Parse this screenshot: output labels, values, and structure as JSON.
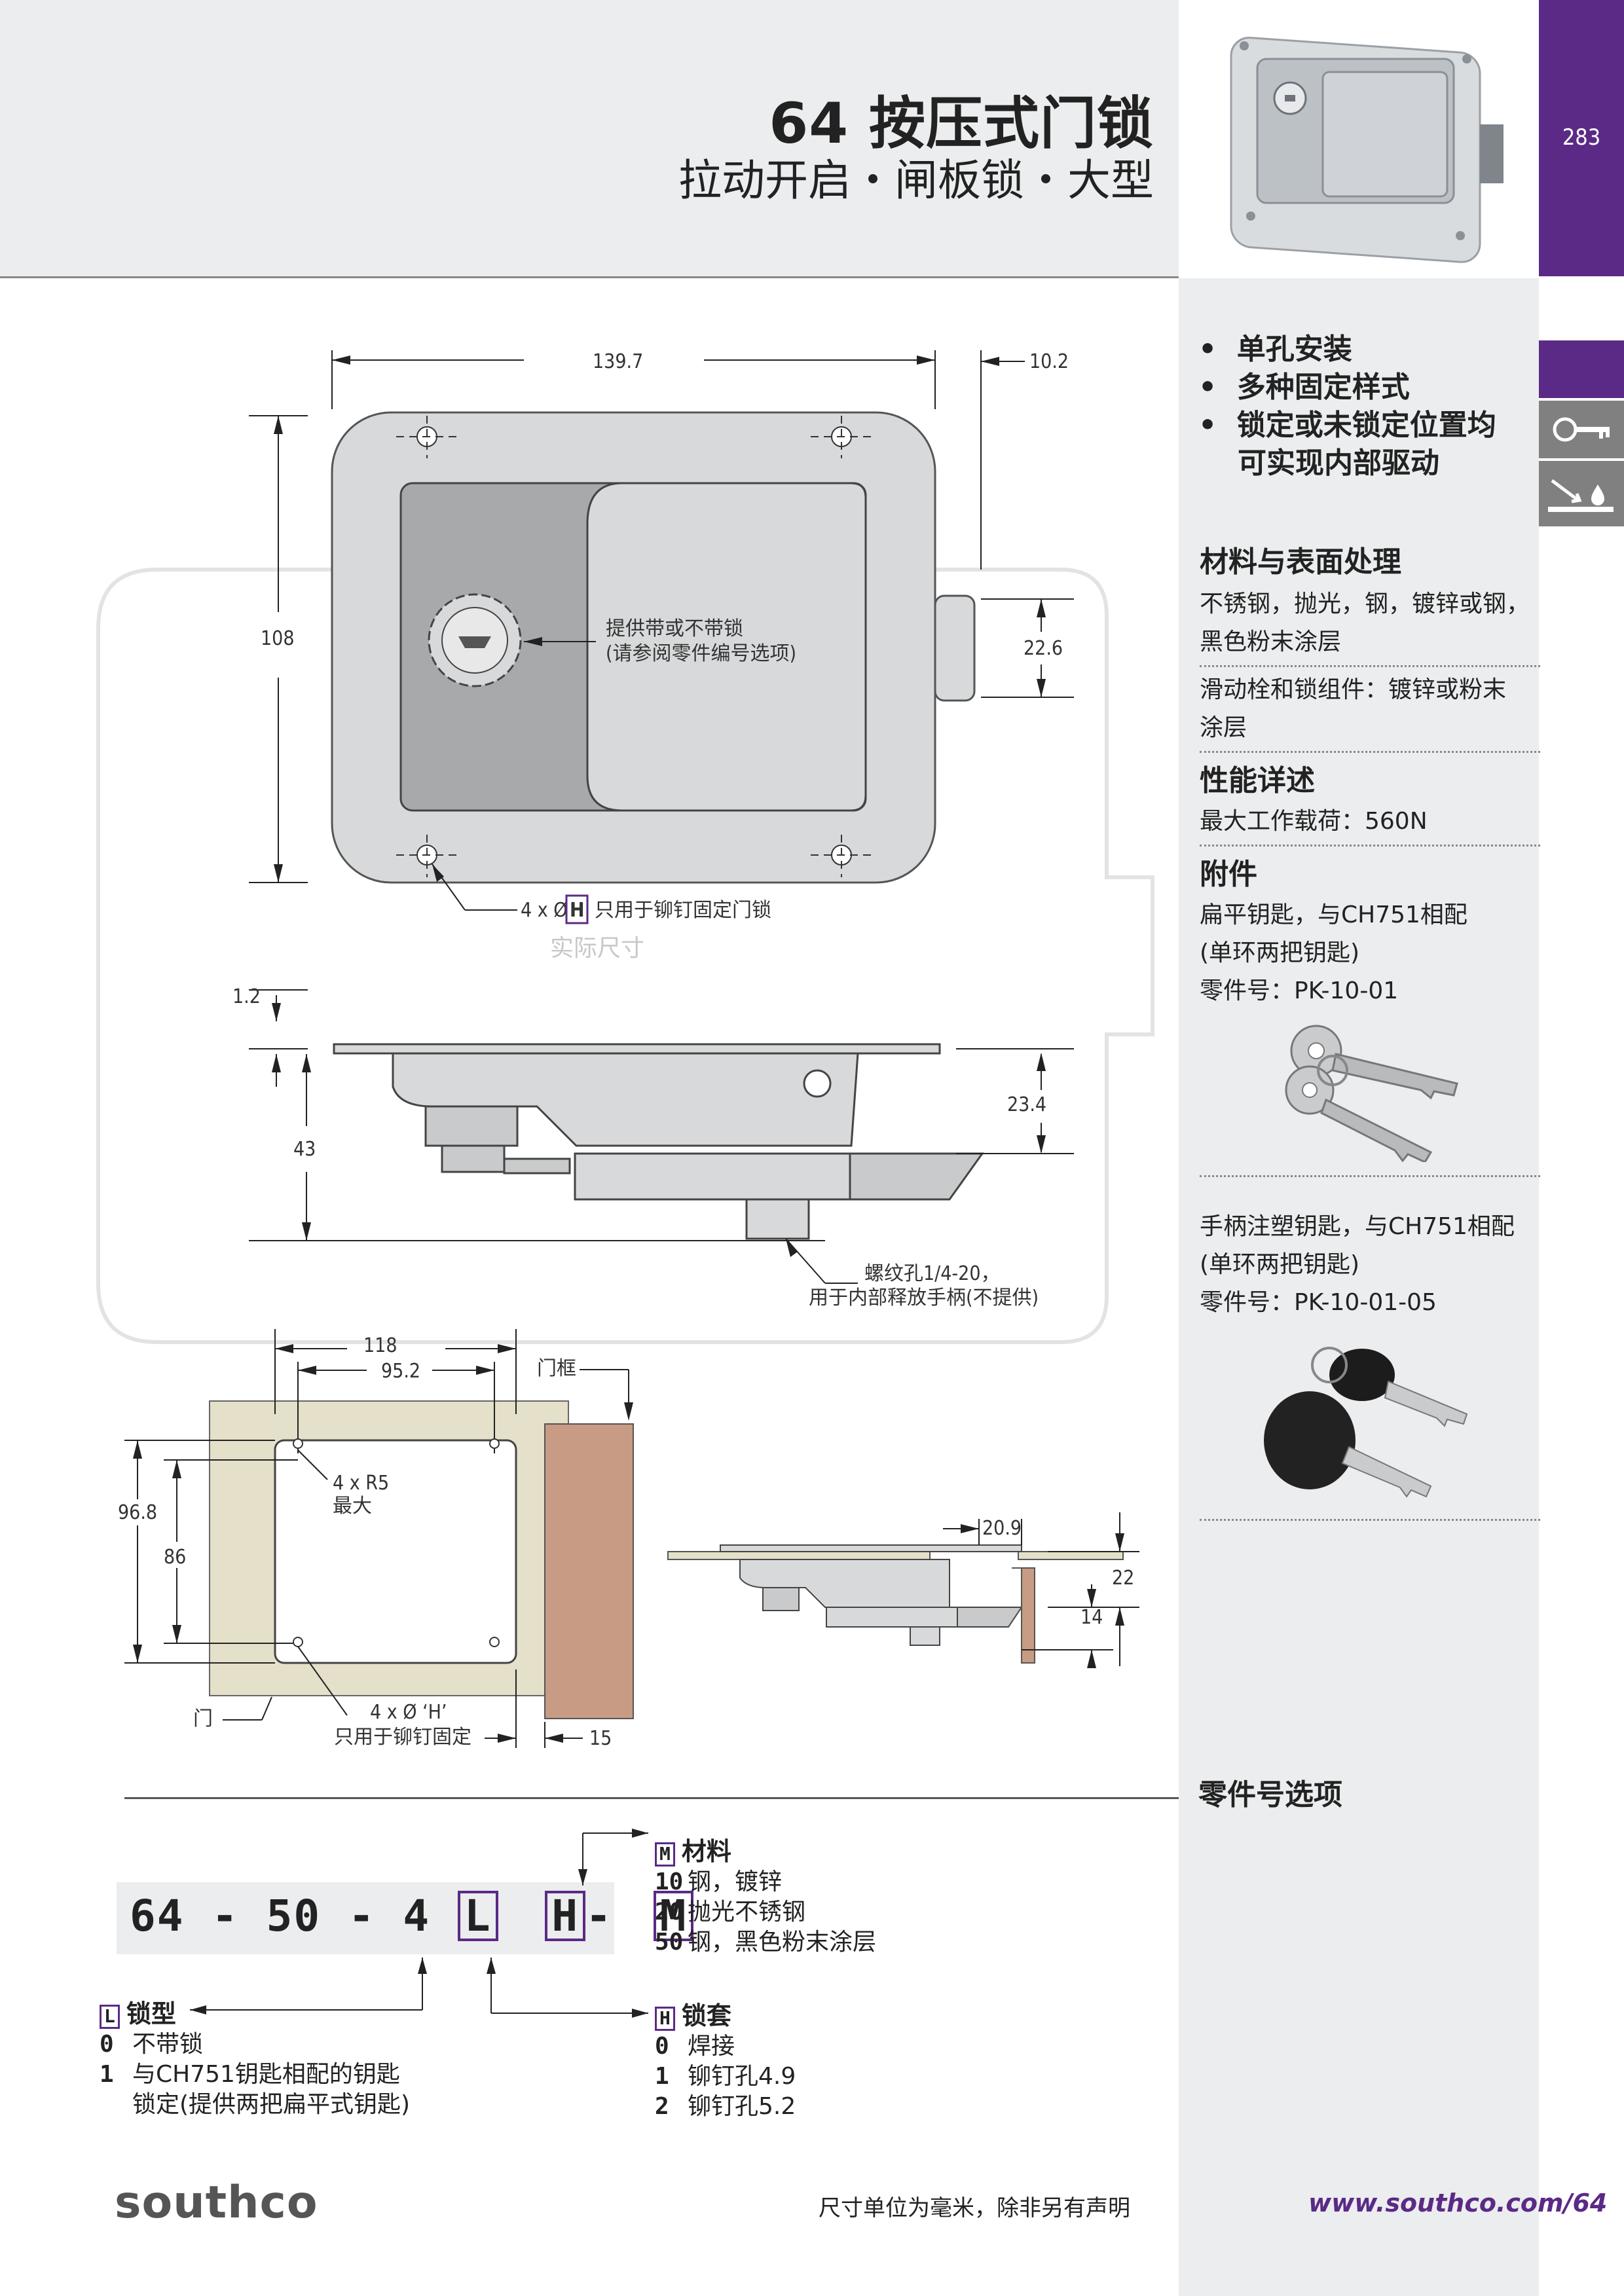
{
  "header": {
    "title": "64 按压式门锁",
    "subtitle": "拉动开启・闸板锁・大型",
    "page_number": "283"
  },
  "features": [
    "单孔安装",
    "多种固定样式",
    "锁定或未锁定位置均",
    "可实现内部驱动"
  ],
  "materials": {
    "heading": "材料与表面处理",
    "line1": "不锈钢，抛光，钢，镀锌或钢，",
    "line2": "黑色粉末涂层",
    "line3": "滑动栓和锁组件：镀锌或粉末",
    "line4": "涂层"
  },
  "performance": {
    "heading": "性能详述",
    "line1": "最大工作载荷：560N"
  },
  "accessories": {
    "heading": "附件",
    "item1_line1": "扁平钥匙，与CH751相配",
    "item1_line2": "(单环两把钥匙)",
    "item1_line3": "零件号：PK-10-01",
    "item2_line1": "手柄注塑钥匙，与CH751相配",
    "item2_line2": "(单环两把钥匙)",
    "item2_line3": "零件号：PK-10-01-05"
  },
  "drawing": {
    "dim_139_7": "139.7",
    "dim_10_2": "10.2",
    "dim_108": "108",
    "dim_22_6": "22.6",
    "lock_note_1": "提供带或不带锁",
    "lock_note_2": "(请参阅零件编号选项)",
    "hole_note_prefix": "4 x Ø",
    "hole_note_box": "H",
    "hole_note_text": "只用于铆钉固定门锁",
    "actual_size": "实际尺寸",
    "dim_1_2": "1.2",
    "dim_43": "43",
    "dim_23_4": "23.4",
    "thread_note_1": "螺纹孔1/4-20，",
    "thread_note_2": "用于内部释放手柄(不提供)",
    "dim_118": "118",
    "dim_95_2": "95.2",
    "door_frame": "门框",
    "dim_96_8": "96.8",
    "dim_86": "86",
    "radius_note_1": "4 x R5",
    "radius_note_2": "最大",
    "door": "门",
    "rivet_note_1": "4 x Ø ‘H’",
    "rivet_note_2": "只用于铆钉固定",
    "dim_15": "15",
    "dim_20_9": "20.9",
    "dim_22": "22",
    "dim_14": "14"
  },
  "part_options": {
    "heading": "零件号选项",
    "code_prefix": "64 - 50 - 4",
    "code_L": "L",
    "code_H": "H",
    "code_dash": "-",
    "code_M": "M",
    "M_box": "M",
    "M_title": "材料",
    "M_options": [
      {
        "code": "10",
        "label": "钢，镀锌"
      },
      {
        "code": "20",
        "label": "抛光不锈钢"
      },
      {
        "code": "50",
        "label": "钢，黑色粉末涂层"
      }
    ],
    "L_box": "L",
    "L_title": "锁型",
    "L_options": [
      {
        "code": "0",
        "label": "不带锁"
      },
      {
        "code": "1",
        "label": "与CH751钥匙相配的钥匙"
      },
      {
        "code": "",
        "label": "锁定(提供两把扁平式钥匙)"
      }
    ],
    "H_box": "H",
    "H_title": "锁套",
    "H_options": [
      {
        "code": "0",
        "label": "焊接"
      },
      {
        "code": "1",
        "label": "铆钉孔4.9"
      },
      {
        "code": "2",
        "label": "铆钉孔5.2"
      }
    ]
  },
  "footer": {
    "logo": "southco",
    "note": "尺寸单位为毫米，除非另有声明",
    "url": "www.southco.com/64"
  },
  "colors": {
    "brand_purple": "#5b2a86",
    "panel_gray": "#ebedee",
    "door_beige": "#e4e0c9",
    "frame_brown": "#c89b84"
  }
}
